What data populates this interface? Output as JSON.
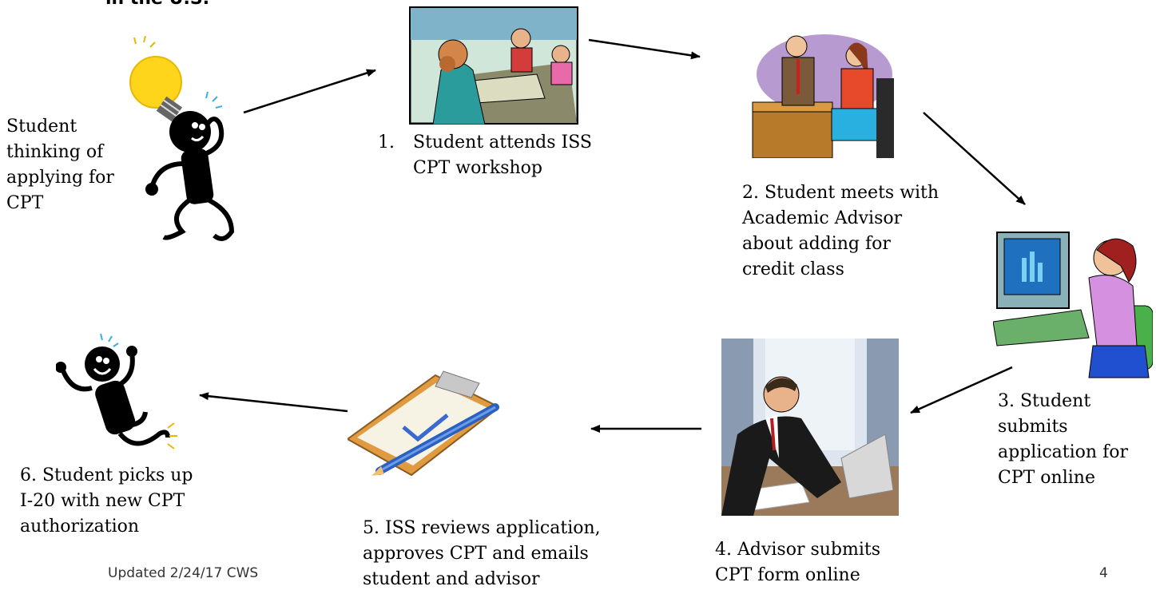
{
  "header": {
    "text": "in the U.S."
  },
  "captions": {
    "start": "Student\nthinking of\napplying for\nCPT",
    "step1_num": "1.",
    "step1": "Student attends ISS\nCPT workshop",
    "step2": "2. Student meets with\nAcademic Advisor\nabout adding for\ncredit class",
    "step3": "3. Student\nsubmits\napplication for\nCPT online",
    "step4": "4. Advisor submits\nCPT form online",
    "step5": "5. ISS reviews application,\napproves CPT and emails\nstudent and advisor",
    "step6": "6. Student picks up\nI-20 with new CPT\nauthorization"
  },
  "footer": {
    "updated": "Updated 2/24/17 CWS",
    "page_number": "4"
  },
  "illustrations": [
    "lightbulb-thinking-figure",
    "classroom-workshop",
    "advisor-meeting",
    "student-at-computer",
    "advisor-on-laptop",
    "clipboard-approval",
    "happy-jumping-figure"
  ]
}
